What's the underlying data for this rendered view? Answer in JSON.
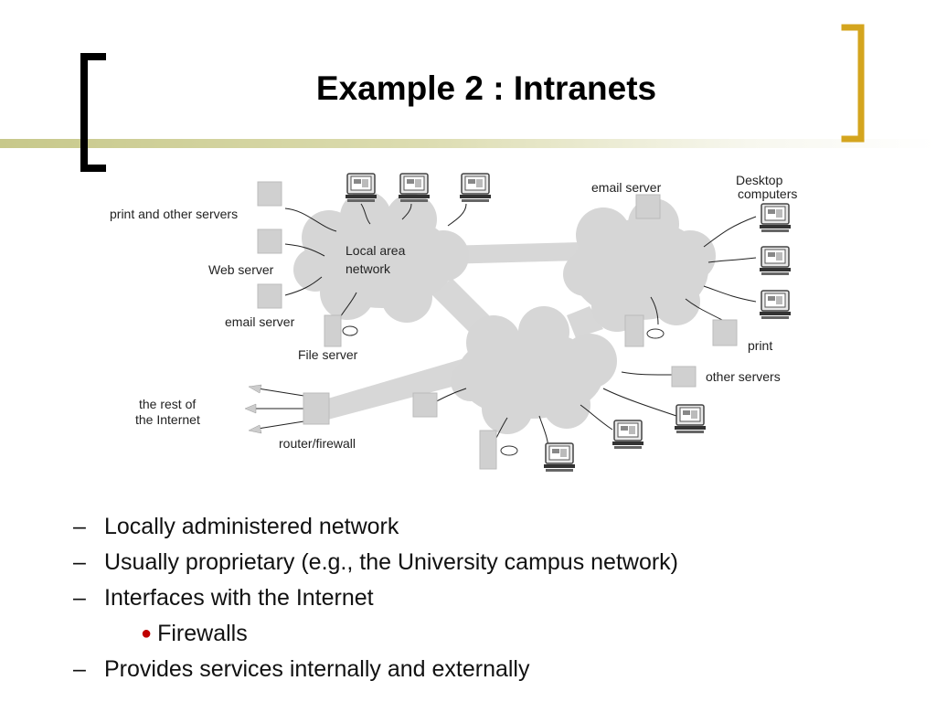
{
  "slide": {
    "title": "Example 2 : Intranets",
    "accent_color": "#d4a51e",
    "bracket_color": "#000000",
    "bullet_dot_color": "#c00000"
  },
  "diagram": {
    "labels": {
      "print_servers": "print and other servers",
      "web_server": "Web server",
      "email_server_left": "email server",
      "file_server": "File server",
      "lan_line1": "Local area",
      "lan_line2": "network",
      "email_server_top": "email server",
      "desktop_line1": "Desktop",
      "desktop_line2": "computers",
      "print": "print",
      "other_servers": "other servers",
      "rest_line1": "the rest of",
      "rest_line2": "the Internet",
      "router": "router/firewall"
    }
  },
  "bullets": {
    "items": [
      {
        "text": "Locally administered network",
        "level": 1
      },
      {
        "text": "Usually proprietary (e.g., the University campus network)",
        "level": 1
      },
      {
        "text": "Interfaces with the Internet",
        "level": 1
      },
      {
        "text": "Firewalls",
        "level": 2
      },
      {
        "text": "Provides services internally and externally",
        "level": 1
      }
    ]
  }
}
